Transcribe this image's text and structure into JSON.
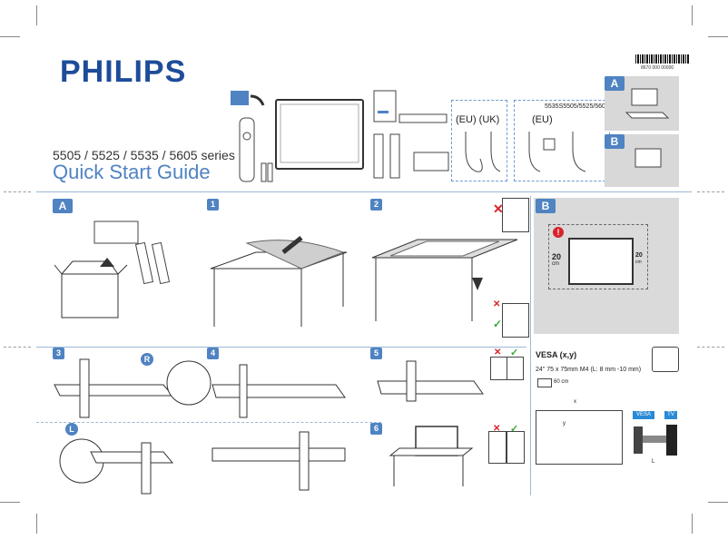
{
  "brand": "PHILIPS",
  "series": "5505 / 5525 / 5535 / 5605 series",
  "title": "Quick Start Guide",
  "barcode_text": "8670 000 00000",
  "header": {
    "plugs_eu_uk": "(EU) (UK)",
    "plugs_eu": "(EU)",
    "models_note": "5535S5505/5525/5605",
    "badge_a": "A",
    "badge_b": "B"
  },
  "steps": {
    "a": "A",
    "b": "B",
    "s1": "1",
    "s2": "2",
    "s3": "3",
    "s4": "4",
    "s5": "5",
    "s6": "6",
    "r": "R",
    "l": "L"
  },
  "wall": {
    "dist_left": "20",
    "dist_right": "20",
    "unit": "cm"
  },
  "vesa": {
    "title": "VESA (x,y)",
    "spec": "24\"  75 x 75mm M4 (L: 8 mm -10 mm)",
    "cable": "60 cm",
    "tag_vesa": "VESA",
    "tag_tv": "TV",
    "x": "x",
    "y": "y",
    "l": "L"
  },
  "colors": {
    "brand_blue": "#1d4c9a",
    "accent_blue": "#4f83c2",
    "tag_blue": "#2a8ad6",
    "check_green": "#3aaa35",
    "cross_red": "#d9232a"
  }
}
